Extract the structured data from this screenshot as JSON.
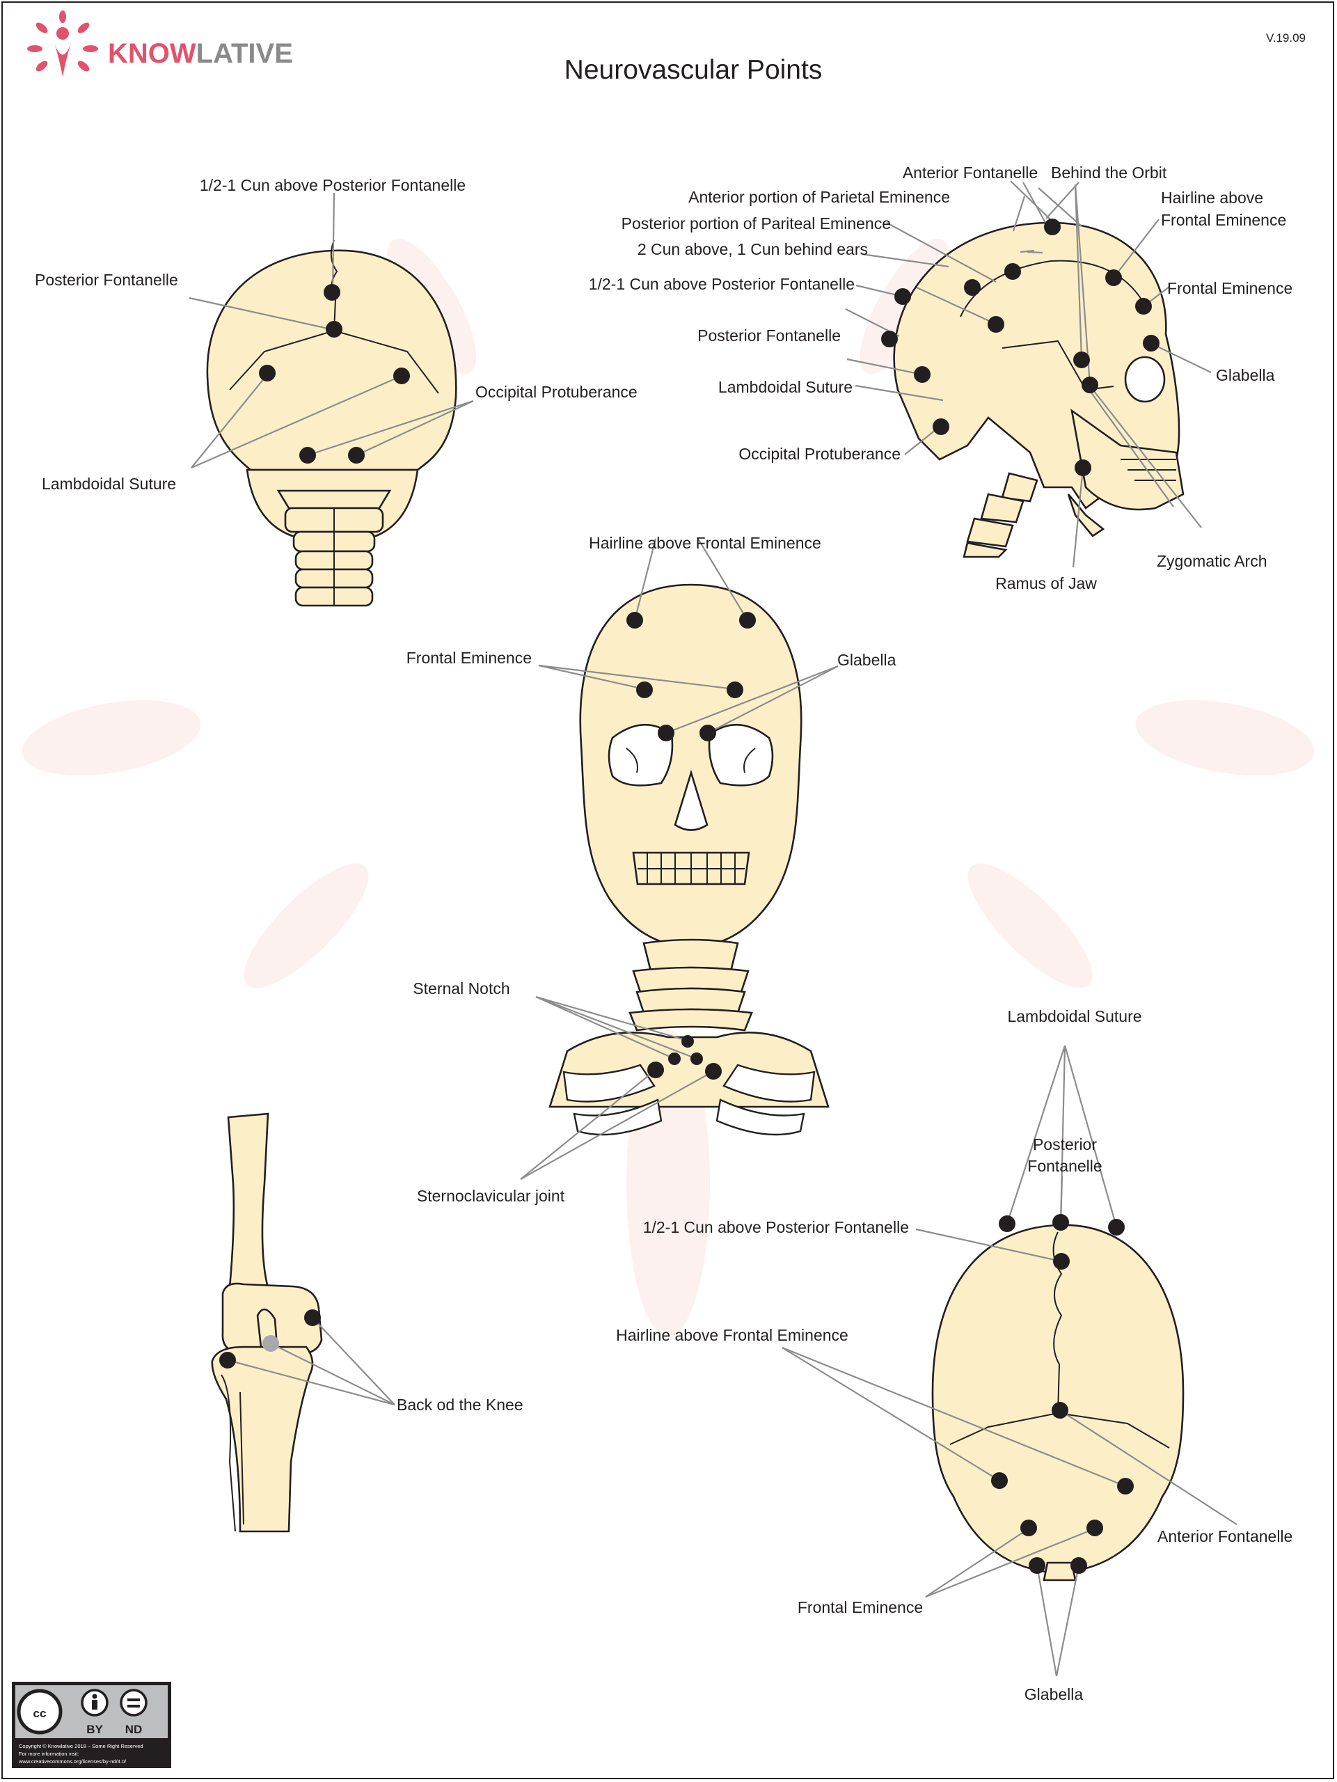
{
  "brand": {
    "name_part1": "KNOW",
    "name_part2": "LATIVE",
    "color_part1": "#e2526b",
    "color_part2": "#8a8a8a"
  },
  "title": "Neurovascular Points",
  "version": "V.19.09",
  "icons": {
    "logo": "tree-person-logo-icon",
    "cc": "creative-commons-icon",
    "by": "attribution-icon",
    "nd": "no-derivatives-icon"
  },
  "back_view": {
    "label_top": "1/2-1 Cun above Posterior Fontanelle",
    "label_posterior_fontanelle": "Posterior Fontanelle",
    "label_occipital": "Occipital Protuberance",
    "label_lambdoidal": "Lambdoidal Suture"
  },
  "side_view": {
    "anterior_fontanelle": "Anterior Fontanelle",
    "behind_orbit": "Behind the Orbit",
    "anterior_parietal": "Anterior portion of Parietal Eminence",
    "hairline_line1": "Hairline above",
    "hairline_line2": "Frontal Eminence",
    "posterior_parietal": "Posterior portion of Pariteal Eminence",
    "two_cun": "2 Cun above, 1 Cun behind ears",
    "half_cun": "1/2-1 Cun above Posterior Fontanelle",
    "frontal_eminence": "Frontal Eminence",
    "posterior_fontanelle": "Posterior Fontanelle",
    "glabella": "Glabella",
    "lambdoidal": "Lambdoidal Suture",
    "occipital": "Occipital Protuberance",
    "zygomatic": "Zygomatic Arch",
    "ramus": "Ramus of Jaw"
  },
  "front_view": {
    "hairline": "Hairline above Frontal Eminence",
    "frontal_eminence": "Frontal Eminence",
    "glabella": "Glabella",
    "sternal_notch": "Sternal Notch",
    "sternoclavicular": "Sternoclavicular joint"
  },
  "knee_view": {
    "back_of_knee": "Back od the Knee"
  },
  "top_view": {
    "lambdoidal": "Lambdoidal Suture",
    "posterior_line1": "Posterior",
    "posterior_line2": "Fontanelle",
    "half_cun": "1/2-1 Cun above Posterior Fontanelle",
    "hairline": "Hairline above Frontal Eminence",
    "anterior_fontanelle": "Anterior Fontanelle",
    "frontal_eminence": "Frontal Eminence",
    "glabella": "Glabella"
  },
  "license": {
    "cc": "cc",
    "by": "BY",
    "nd": "ND",
    "line1": "Copyright © Knowlative 2018 – Some Right Reserved",
    "line2": "For more information visit:",
    "line3": "www.creativecommons.org/licenses/by-nd/4.0/"
  }
}
